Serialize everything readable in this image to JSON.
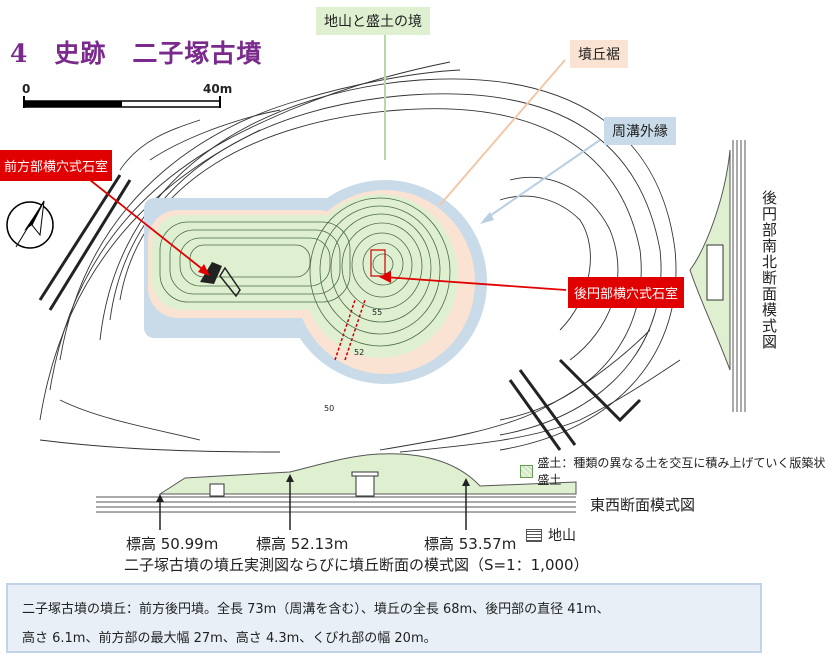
{
  "title": "4　史跡　二子塚古墳",
  "scale": {
    "zero": "0",
    "max": "40m"
  },
  "labels": {
    "boundary": "地山と盛土の境",
    "hem": "墳丘裾",
    "moat_edge": "周溝外縁",
    "front_chamber": "前方部横穴式石室",
    "rear_chamber": "後円部横穴式石室",
    "ns_section": "後円部南北断面模式図",
    "contour_55": "55",
    "contour_52": "52",
    "contour_50": "50"
  },
  "legend": {
    "fill": "盛土：種類の異なる土を交互に積み上げていく版築状盛土",
    "ground": "地山"
  },
  "ew_section": "東西断面模式図",
  "elevations": [
    "標高 50.99m",
    "標高 52.13m",
    "標高 53.57m"
  ],
  "caption": "二子塚古墳の墳丘実測図ならびに墳丘断面の模式図（S=1：1,000）",
  "description": [
    "二子塚古墳の墳丘：前方後円墳。全長 73m（周溝を含む）、墳丘の全長 68m、後円部の直径 41m、",
    "高さ 6.1m、前方部の最大幅 27m、高さ 4.3m、くびれ部の幅 20m。"
  ],
  "colors": {
    "title": "#7a2a8c",
    "chamber_tag": "#e10000",
    "moat_fill": "#c9dbe9",
    "hem_fill": "#fbe3d3",
    "mound_fill": "#dff0d0"
  },
  "icons": [
    "north-arrow-icon"
  ]
}
